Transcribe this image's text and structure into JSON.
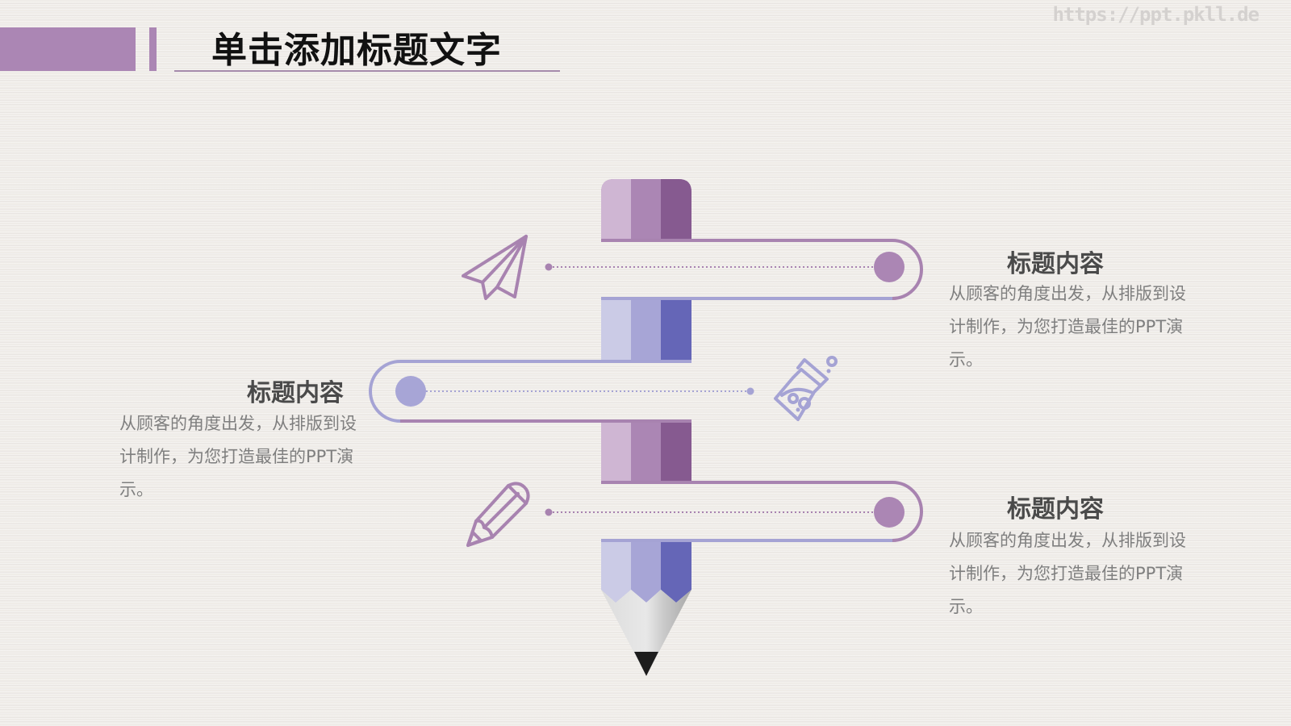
{
  "header": {
    "title": "单击添加标题文字",
    "watermark": "https://ppt.pkll.de"
  },
  "colors": {
    "purple_light": "#cfb6d3",
    "purple_mid": "#ab86b4",
    "purple_dark": "#865a90",
    "purple_line": "#a883b0",
    "violet_light": "#cbcbe6",
    "violet_mid": "#a7a5d6",
    "violet_dark": "#6566b7",
    "violet_line": "#a5a3d4",
    "text_title": "#4a4a4a",
    "text_body": "#7f7f7f"
  },
  "items": [
    {
      "position": "right-top",
      "icon": "paper-plane-icon",
      "title": "标题内容",
      "body": "从顾客的角度出发，从排版到设计制作，为您打造最佳的PPT演示。"
    },
    {
      "position": "left-middle",
      "icon": "flask-icon",
      "title": "标题内容",
      "body": "从顾客的角度出发，从排版到设计制作，为您打造最佳的PPT演示。"
    },
    {
      "position": "right-bottom",
      "icon": "pencil-icon",
      "title": "标题内容",
      "body": "从顾客的角度出发，从排版到设计制作，为您打造最佳的PPT演示。"
    }
  ]
}
